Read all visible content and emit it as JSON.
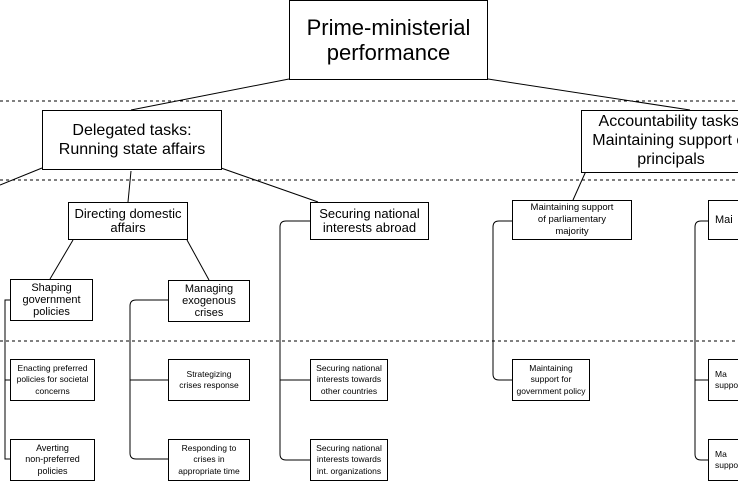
{
  "colors": {
    "line": "#000000",
    "box_border": "#000000",
    "background": "#ffffff"
  },
  "root": {
    "label": "Prime-ministerial\nperformance"
  },
  "level1": {
    "delegated": {
      "label": "Delegated tasks:\nRunning state affairs"
    },
    "accountability": {
      "label": "Accountability tasks:\nMaintaining support of\nprincipals"
    }
  },
  "level2": {
    "domestic": {
      "label": "Directing domestic\naffairs"
    },
    "abroad": {
      "label": "Securing national\ninterests abroad"
    },
    "parliament": {
      "label": "Maintaining support\nof parliamentary\nmajority"
    },
    "other": {
      "label": "Mai"
    }
  },
  "level3": {
    "shaping": {
      "label": "Shaping\ngovernment\npolicies"
    },
    "crises": {
      "label": "Managing\nexogenous\ncrises"
    }
  },
  "leaves": {
    "enacting": {
      "label": "Enacting preferred\npolicies for societal\nconcerns"
    },
    "averting": {
      "label": "Averting\nnon-preferred\npolicies"
    },
    "strategizing": {
      "label": "Strategizing\ncrises response"
    },
    "responding": {
      "label": "Responding to\ncrises in\nappropriate time"
    },
    "countries": {
      "label": "Securing national\ninterests towards\nother countries"
    },
    "organizations": {
      "label": "Securing national\ninterests towards\nint. organizations"
    },
    "gov_policy": {
      "label": "Maintaining\nsupport for\ngovernment policy"
    },
    "ma1": {
      "label": "Ma\nsuppo"
    },
    "ma2": {
      "label": "Ma\nsuppo"
    }
  }
}
